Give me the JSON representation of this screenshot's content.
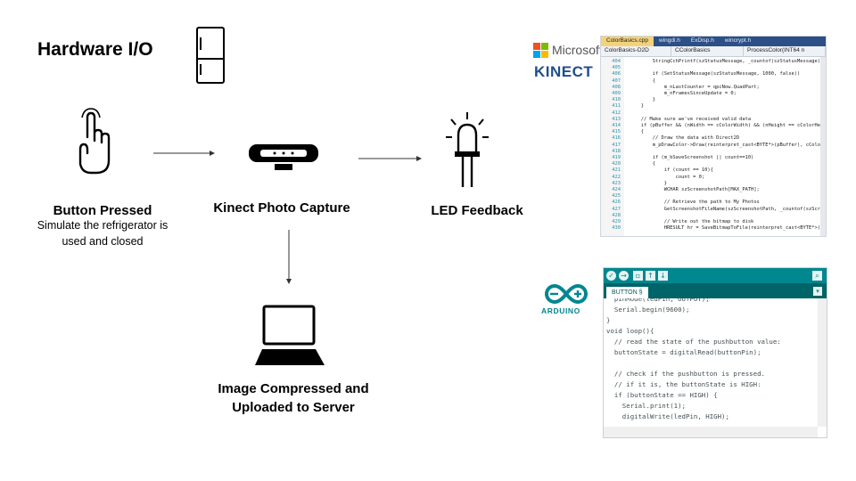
{
  "title": "Hardware I/O",
  "nodes": {
    "button": {
      "label": "Button Pressed",
      "sub1": "Simulate the refrigerator is",
      "sub2": "used and closed"
    },
    "kinect": {
      "label": "Kinect Photo Capture"
    },
    "led": {
      "label": "LED Feedback"
    },
    "laptop": {
      "label1": "Image Compressed and",
      "label2": "Uploaded to Server"
    }
  },
  "logos": {
    "microsoft": "Microsoft",
    "kinect": "KINECT",
    "arduino": "ARDUINO"
  },
  "vs": {
    "tabs": [
      "ColorBasics.cpp",
      "wingdi.h",
      "ExDisp.h",
      "wincrypt.h"
    ],
    "nav": [
      "ColorBasics-D2D",
      "CColorBasics",
      "ProcessColor(INT64 n"
    ],
    "lines": [
      {
        "n": "404",
        "c": "        StringCchPrintf(szStatusMessage, _countof(szStatusMessage),"
      },
      {
        "n": "405",
        "c": ""
      },
      {
        "n": "406",
        "c": "        if (SetStatusMessage(szStatusMessage, 1000, false))"
      },
      {
        "n": "407",
        "c": "        {"
      },
      {
        "n": "408",
        "c": "            m_nLastCounter = qpcNow.QuadPart;"
      },
      {
        "n": "409",
        "c": "            m_nFramesSinceUpdate = 0;"
      },
      {
        "n": "410",
        "c": "        }"
      },
      {
        "n": "411",
        "c": "    }"
      },
      {
        "n": "412",
        "c": ""
      },
      {
        "n": "413",
        "c": "    // Make sure we've received valid data"
      },
      {
        "n": "414",
        "c": "    if (pBuffer && (nWidth == cColorWidth) && (nHeight == cColorHei"
      },
      {
        "n": "415",
        "c": "    {"
      },
      {
        "n": "416",
        "c": "        // Draw the data with Direct2D"
      },
      {
        "n": "417",
        "c": "        m_pDrawColor->Draw(reinterpret_cast<BYTE*>(pBuffer), cColor"
      },
      {
        "n": "418",
        "c": ""
      },
      {
        "n": "419",
        "c": "        if (m_bSaveScreenshot || count==10)"
      },
      {
        "n": "420",
        "c": "        {"
      },
      {
        "n": "421",
        "c": "            if (count == 10){"
      },
      {
        "n": "422",
        "c": "                count = 0;"
      },
      {
        "n": "423",
        "c": "            }"
      },
      {
        "n": "424",
        "c": "            WCHAR szScreenshotPath[MAX_PATH];"
      },
      {
        "n": "425",
        "c": ""
      },
      {
        "n": "426",
        "c": "            // Retrieve the path to My Photos"
      },
      {
        "n": "427",
        "c": "            GetScreenshotFileName(szScreenshotPath, _countof(szScre"
      },
      {
        "n": "428",
        "c": ""
      },
      {
        "n": "429",
        "c": "            // Write out the bitmap to disk"
      },
      {
        "n": "430",
        "c": "            HRESULT hr = SaveBitmapToFile(reinterpret_cast<BYTE*>(p"
      }
    ]
  },
  "arduino": {
    "tab": "BUTTON §",
    "lines": [
      "  pinMode(ledPin, OUTPUT);",
      "  Serial.begin(9600);",
      "}",
      "void loop(){",
      "  // read the state of the pushbutton value:",
      "  buttonState = digitalRead(buttonPin);",
      "",
      "  // check if the pushbutton is pressed.",
      "  // if it is, the buttonState is HIGH:",
      "  if (buttonState == HIGH) {",
      "    Serial.print(1);",
      "    digitalWrite(ledPin, HIGH);"
    ]
  },
  "colors": {
    "arduino_teal": "#00878f",
    "vs_tab_bg": "#2b4f86",
    "kinect_blue": "#1f4e8c",
    "ms_red": "#f25022",
    "ms_green": "#7fba00",
    "ms_blue": "#00a4ef",
    "ms_yellow": "#ffb900"
  }
}
